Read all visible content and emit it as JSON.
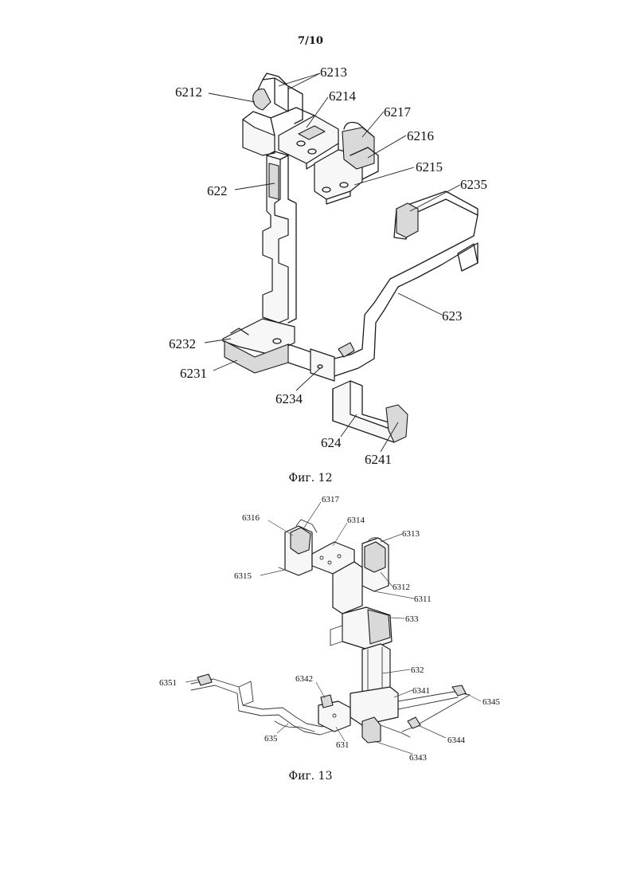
{
  "page_number": "7/10",
  "figures": [
    {
      "caption": "Фиг. 12",
      "labels": {
        "l6212": "6212",
        "l6213": "6213",
        "l6214": "6214",
        "l6217": "6217",
        "l6216": "6216",
        "l6215": "6215",
        "l622": "622",
        "l6235": "6235",
        "l623": "623",
        "l6232": "6232",
        "l6231": "6231",
        "l6234": "6234",
        "l624": "624",
        "l6241": "6241"
      }
    },
    {
      "caption": "Фиг. 13",
      "labels": {
        "l6317": "6317",
        "l6316": "6316",
        "l6314": "6314",
        "l6313": "6313",
        "l6315": "6315",
        "l6312": "6312",
        "l6311": "6311",
        "l633": "633",
        "l632": "632",
        "l6342": "6342",
        "l6341": "6341",
        "l6351": "6351",
        "l6345": "6345",
        "l635": "635",
        "l631": "631",
        "l6344": "6344",
        "l6343": "6343"
      }
    }
  ]
}
